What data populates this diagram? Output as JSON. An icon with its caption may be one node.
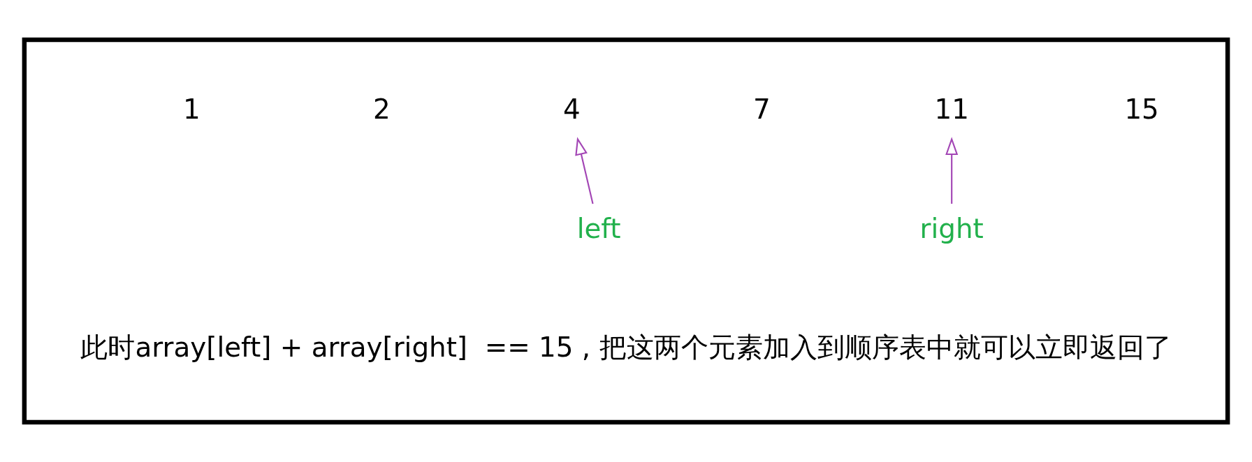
{
  "diagram": {
    "nodes": [
      {
        "text": [],
        "shape": "box"
      },
      {
        "text": [
          "1"
        ],
        "in": 0
      },
      {
        "text": [
          "2"
        ],
        "in": 0
      },
      {
        "text": [
          "4"
        ],
        "in": 0
      },
      {
        "text": [
          "7"
        ],
        "in": 0
      },
      {
        "text": [
          "11"
        ],
        "in": 0
      },
      {
        "text": [
          "15"
        ],
        "in": 0
      },
      {
        "text": [
          "left"
        ],
        "in": 0
      },
      {
        "text": [
          "right"
        ],
        "in": 0
      }
    ],
    "edges": [
      {
        "from": 7,
        "to": 3,
        "arrow": "to",
        "color": "#a346b5"
      },
      {
        "from": 8,
        "to": 5,
        "arrow": "to",
        "color": "#a346b5"
      }
    ],
    "labels": [
      "此时array[left] + array[right]  == 15 , 把这两个元素加入到顺序表中就可以立即返回了"
    ]
  }
}
